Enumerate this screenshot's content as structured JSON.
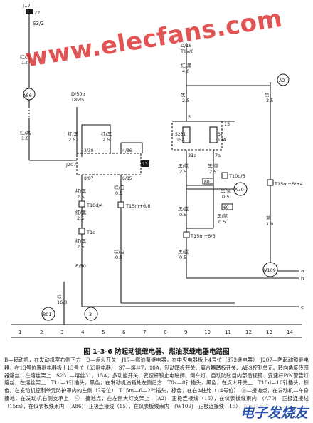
{
  "watermark": "www.elecfans.com",
  "brand_logo": "电子发烧友",
  "caption": "图 1-3-6 防起动锁继电器、燃油泵继电器电路图",
  "description": "B—起动机，在发动机室右侧下方　D—点火开关　J17—燃油泵继电器，在中央电器板上4号位（372继电器）　J207—防起动锁继电器，在13号位置继电器板上13号位（53继电器）　S7—熔丝7，10A，制动踏板开关、离合器踏板开关、ABS控制单元、转向角度传感器熔丝，在熔丝架上　S231—熔丝31，15A，多功能开关、变速杆锁止电磁阀、倒车灯、自动防眩目内部后视镜、变速杆P/N警告灯熔丝，在熔丝架上　T1c—1针插头，黑色，在发动机油箱处左侧后方　T8v—8针插头，黑色，在点火开关上　T10d—10针插头，棕色，在发动机控制单元防护罩内的左侧（2号位）　T15m—6—2针插头，棕色，在右A柱处（14号位）　⑪—接地点，在发动机—车身接地，在发动机右侧支承上　⑫—接地点，在左侧大灯支架上　(A2)—正极连接线（15），在仪表板线束内　(A70)—正极连接线（15m），在仪表板线束内　(A86)—正极连接线（15），在仪表板线束内　(W109)—正极连接线（15），在后线束内",
  "relay_top": {
    "name": "J17",
    "pin": "22",
    "terminal": "S3/2"
  },
  "wires": {
    "w1": "红/黑",
    "w1g": "1.0",
    "w2": "红/黑",
    "w2g": "1.0",
    "w3": "红/黑",
    "w3g": "2.5",
    "w4": "红/黑",
    "w4g": "2.5",
    "w5": "红/黑",
    "w5g": "2.5",
    "w6": "红/黑",
    "w6g": "2.5",
    "w7": "棕/白",
    "w7g": "0.5",
    "w8": "棕/白",
    "w8g": "0.5",
    "w9": "棕",
    "w9g": "16.0",
    "w10": "红/黑",
    "w10g": "4.0",
    "w11": "黑",
    "w11g": "2.5",
    "w12": "黑",
    "w12g": "2.5",
    "w13": "黑/蓝",
    "w13g": "2.5",
    "w14": "黑/蓝",
    "w14g": "2.5",
    "w15": "黑/蓝",
    "w15g": "0.5",
    "w16": "黑/蓝",
    "w16g": "0.5",
    "w17": "黑/蓝",
    "w17g": "0.5",
    "w18": "黑/蓝",
    "w18g": "0.5",
    "w19": "蓝",
    "w19g": "1.0"
  },
  "switch_d": {
    "ref": "D/50b",
    "plug": "T8v/5"
  },
  "switch_d2": {
    "ref": "D/15",
    "plug": "T8v/6"
  },
  "relay_j207": {
    "name": "J207",
    "p1": "2/30",
    "p2": "8/87",
    "p3": "4/86",
    "p4": "6/85",
    "loc": "13"
  },
  "connectors": {
    "t10d4": "T10d/4",
    "t1c": "T1c",
    "b50": "B/50",
    "t15m8": "T15m+6/8",
    "t10d6": "T10d/6",
    "t15m6": "T15m+6/6",
    "t15m4": "T15m+6/+4"
  },
  "fusebox": {
    "pin5": "5",
    "pin15": "15",
    "s231": "S231",
    "s231a": "15A",
    "s7": "S7",
    "s7a": "10A",
    "o1": "31a",
    "o2": "7a"
  },
  "nodes": {
    "a86": "A86",
    "a2": "A2",
    "a70": "A70",
    "w109": "W109",
    "n801": "801",
    "n3": "3",
    "n80": "80",
    "n69": "69"
  },
  "grid": [
    "1",
    "2",
    "3",
    "4",
    "5",
    "6",
    "7",
    "8",
    "9",
    "10",
    "11",
    "12",
    "13",
    "14"
  ],
  "edge": [
    "a",
    "b",
    "c"
  ]
}
